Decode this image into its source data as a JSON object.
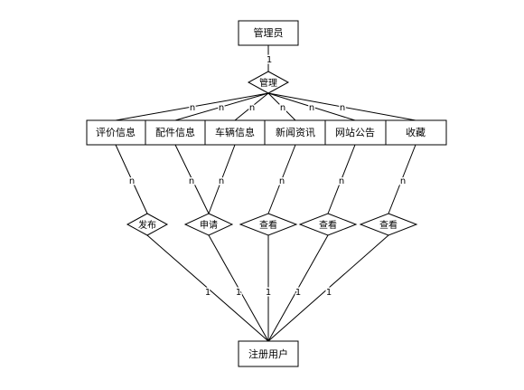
{
  "entities": {
    "admin": "管理员",
    "reviews": "评价信息",
    "parts": "配件信息",
    "vehicles": "车辆信息",
    "news": "新闻资讯",
    "notices": "网站公告",
    "favorites": "收藏",
    "user": "注册用户"
  },
  "relationships": {
    "manage": "管理",
    "publish": "发布",
    "apply": "申请",
    "view1": "查看",
    "view2": "查看",
    "view3": "查看"
  },
  "cardinality": {
    "one": "1",
    "many": "n"
  }
}
